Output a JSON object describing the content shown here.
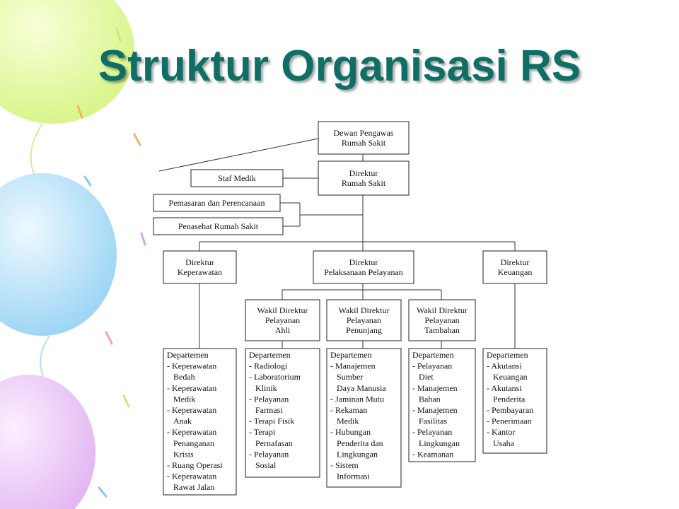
{
  "slide": {
    "title": "Struktur Organisasi RS"
  },
  "org": {
    "dewan": [
      "Dewan Pengawas",
      "Rumah Sakit"
    ],
    "staf_medik": [
      "Staf Medik"
    ],
    "direktur_rs": [
      "Direktur",
      "Rumah Sakit"
    ],
    "pemasaran": [
      "Pemasaran dan Perencanaan"
    ],
    "penasehat": [
      "Penasehat Rumah Sakit"
    ],
    "dir_keperawatan": [
      "Direktur",
      "Keperawatan"
    ],
    "dir_pelaksanaan": [
      "Direktur",
      "Pelaksanaan Pelayanan"
    ],
    "dir_keuangan": [
      "Direktur",
      "Keuangan"
    ],
    "wakil_ahli": [
      "Wakil Direktur",
      "Pelayanan",
      "Ahli"
    ],
    "wakil_penunjang": [
      "Wakil Direktur",
      "Pelayanan",
      "Penunjang"
    ],
    "wakil_tambahan": [
      "Wakil Direktur",
      "Pelayanan",
      "Tambahan"
    ],
    "dept_keperawatan": [
      "Departemen",
      "- Keperawatan",
      "  Bedah",
      "- Keperawatan",
      "  Medik",
      "- Keperawatan",
      "  Anak",
      "- Keperawatan",
      "  Penanganan",
      "  Krisis",
      "- Ruang Operasi",
      "- Keperawatan",
      "  Rawat Jalan"
    ],
    "dept_ahli": [
      "Departemen",
      "- Radiologi",
      "- Laboratorium",
      "  Klinik",
      "- Pelayanan",
      "  Farmasi",
      "- Terapi Fisik",
      "- Terapi",
      "  Pernafasan",
      "- Pelayanan",
      "  Sosial"
    ],
    "dept_penunjang": [
      "Departemen",
      "- Manajemen",
      "  Sumber",
      "  Daya Manusia",
      "- Jaminan Mutu",
      "- Rekaman",
      "  Medik",
      "- Hubungan",
      "  Penderita dan",
      "  Lingkungan",
      "- Sistem",
      "  Informasi"
    ],
    "dept_tambahan": [
      "Departemen",
      "- Pelayanan",
      "  Diet",
      "- Manajemen",
      "  Bahan",
      "- Manajemen",
      "  Fasilitas",
      "- Pelayanan",
      "  Lingkungan",
      "- Keamanan"
    ],
    "dept_keuangan": [
      "Departemen",
      "- Akutansi",
      "  Keuangan",
      "- Akutansi",
      "  Penderita",
      "- Pembayaran",
      "- Penerimaan",
      "- Kantor",
      "  Usaha"
    ]
  }
}
